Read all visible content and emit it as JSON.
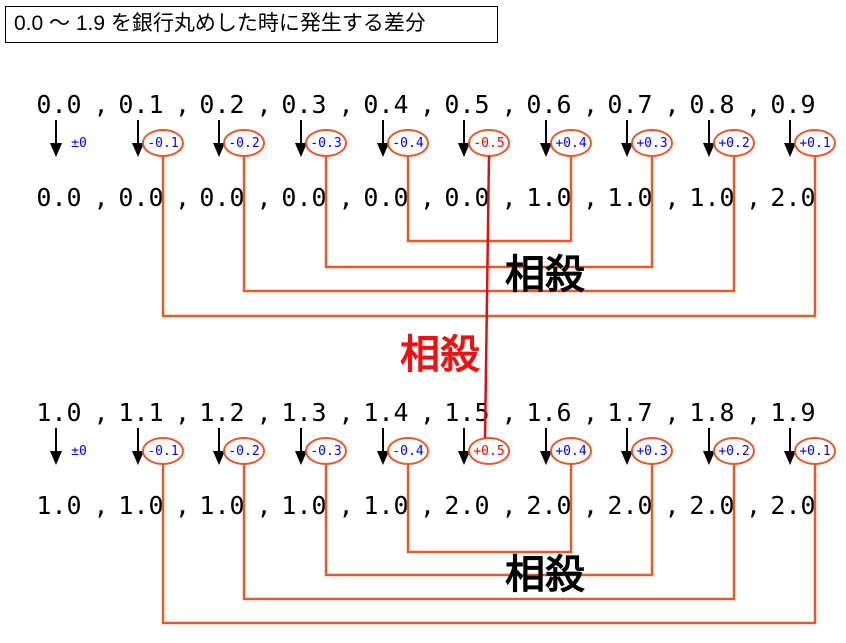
{
  "title": "0.0 ～ 1.9 を銀行丸めした時に発生する差分",
  "separator": ",",
  "sets": [
    {
      "source": [
        "0.0",
        "0.1",
        "0.2",
        "0.3",
        "0.4",
        "0.5",
        "0.6",
        "0.7",
        "0.8",
        "0.9"
      ],
      "diffs": [
        "±0",
        "-0.1",
        "-0.2",
        "-0.3",
        "-0.4",
        "-0.5",
        "+0.4",
        "+0.3",
        "+0.2",
        "+0.1"
      ],
      "rounded": [
        "0.0",
        "0.0",
        "0.0",
        "0.0",
        "0.0",
        "0.0",
        "1.0",
        "1.0",
        "1.0",
        "2.0"
      ],
      "cancel_label": "相殺"
    },
    {
      "source": [
        "1.0",
        "1.1",
        "1.2",
        "1.3",
        "1.4",
        "1.5",
        "1.6",
        "1.7",
        "1.8",
        "1.9"
      ],
      "diffs": [
        "±0",
        "-0.1",
        "-0.2",
        "-0.3",
        "-0.4",
        "+0.5",
        "+0.4",
        "+0.3",
        "+0.2",
        "+0.1"
      ],
      "rounded": [
        "1.0",
        "1.0",
        "1.0",
        "1.0",
        "1.0",
        "2.0",
        "2.0",
        "2.0",
        "2.0",
        "2.0"
      ],
      "cancel_label": "相殺"
    }
  ],
  "middle_cancel_label": "相殺",
  "colors": {
    "text": "#000000",
    "diff_text": "#0000ff",
    "diff_text_half": "#ff0000",
    "ellipse": "#e8582c",
    "connector": "#e8582c",
    "half_connector": "#dd1111",
    "middle_label": "#ee1111"
  }
}
